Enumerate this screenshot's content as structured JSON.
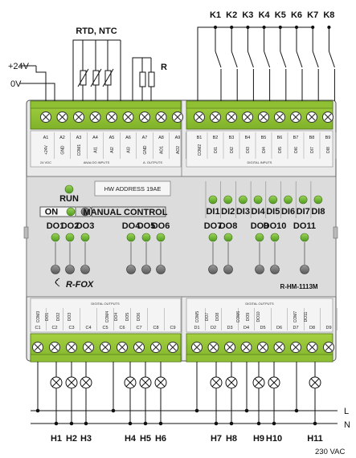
{
  "top_labels": {
    "rtd_ntc": "RTD, NTC",
    "r": "R",
    "supply_24v": "+24V",
    "supply_0v": "0V"
  },
  "relay_labels": [
    "K1",
    "K2",
    "K3",
    "K4",
    "K5",
    "K6",
    "K7",
    "K8"
  ],
  "upper_left_terminals": {
    "top_row": [
      "A1",
      "A2",
      "A3",
      "A4",
      "A5",
      "A6",
      "A7",
      "A8",
      "A9"
    ],
    "bottom_row": [
      "+24V",
      "GND",
      "COM1",
      "AI1",
      "AI2",
      "AI3",
      "GND",
      "AO1",
      "AO2"
    ],
    "group_labels": [
      "24 VDC",
      "ANALOG INPUTS",
      "A. OUTPUTS"
    ]
  },
  "upper_right_terminals": {
    "top_row": [
      "B1",
      "B2",
      "B3",
      "B4",
      "B5",
      "B6",
      "B7",
      "B8",
      "B9"
    ],
    "bottom_row": [
      "COM2",
      "DI1",
      "DI2",
      "DI3",
      "DI4",
      "DI5",
      "DI6",
      "DI7",
      "DI8"
    ],
    "group_label": "DIGITAL INPUTS"
  },
  "front_panel": {
    "run_label": "RUN",
    "hw_address": "HW ADDRESS 19AE",
    "on_label": "ON",
    "manual_control": "MANUAL CONTROL",
    "di_leds": [
      "DI1",
      "DI2",
      "DI3",
      "DI4",
      "DI5",
      "DI6",
      "DI7",
      "DI8"
    ],
    "do_leds": [
      "DO1",
      "DO2",
      "DO3",
      "DO4",
      "DO5",
      "DO6",
      "DO7",
      "DO8",
      "DO9",
      "DO10",
      "DO11"
    ],
    "brand": "R-FOX",
    "model": "R-HM-1113M"
  },
  "lower_left_terminals": {
    "group_label": "DIGITAL OUTPUTS",
    "top_row": [
      "COM3",
      "DO1",
      "DO2",
      "DO3",
      "COM4",
      "DO4",
      "DO5",
      "DO6"
    ],
    "bottom_row": [
      "C1",
      "C2",
      "C3",
      "C4",
      "C5",
      "C6",
      "C7",
      "C8",
      "C9"
    ]
  },
  "lower_right_terminals": {
    "group_label": "DIGITAL OUTPUTS",
    "top_row": [
      "COM5",
      "DO7",
      "DO8",
      "COM6",
      "DO9",
      "DO10",
      "COM7",
      "DO11"
    ],
    "bottom_row": [
      "D1",
      "D2",
      "D3",
      "D4",
      "D5",
      "D6",
      "D7",
      "D8",
      "D9"
    ]
  },
  "load_labels": [
    "H1",
    "H2",
    "H3",
    "H4",
    "H5",
    "H6",
    "H7",
    "H8",
    "H9",
    "H10",
    "H11"
  ],
  "line_labels": {
    "l": "L",
    "n": "N",
    "voltage": "230 VAC"
  }
}
